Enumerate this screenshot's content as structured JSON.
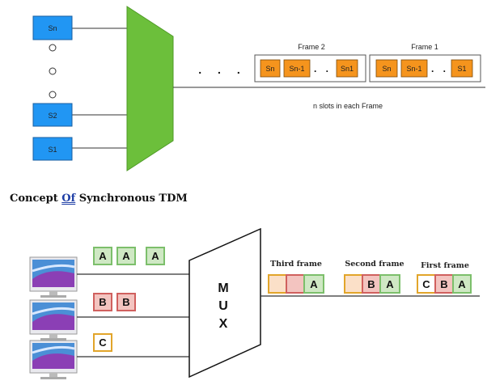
{
  "top": {
    "sources": [
      "Sn",
      "S2",
      "S1"
    ],
    "dots_label": ". . .",
    "frames": [
      {
        "label": "Frame 2",
        "slots": [
          "Sn",
          "Sn-1",
          "Sn1"
        ]
      },
      {
        "label": "Frame 1",
        "slots": [
          "Sn",
          "Sn-1",
          "S1"
        ]
      }
    ],
    "slot_ellipsis": ". .",
    "caption": "n  slots in each Frame"
  },
  "title": {
    "part1": "Concept ",
    "part2": "Of",
    "part3": " Synchronous TDM"
  },
  "bottom": {
    "inputs": [
      [
        "A",
        "A",
        "A"
      ],
      [
        "B",
        "B"
      ],
      [
        "C"
      ]
    ],
    "mux_letters": [
      "M",
      "U",
      "X"
    ],
    "frame_labels": [
      "Third frame",
      "Second frame",
      "First frame"
    ],
    "frames": [
      [
        "",
        "",
        "A"
      ],
      [
        "",
        "B",
        "A"
      ],
      [
        "C",
        "B",
        "A"
      ]
    ]
  },
  "colors": {
    "source_blue": "#2196f3",
    "slot_orange": "#f5941d",
    "mux_green": "#6cbf3b",
    "a_border": "#7cbf6b",
    "a_fill": "#cfe8c4",
    "b_border": "#d0605e",
    "b_fill": "#f3c4c0",
    "c_border": "#e2a52a",
    "c_fill": "#ffffff",
    "empty_fill": "#fbe0c8"
  }
}
